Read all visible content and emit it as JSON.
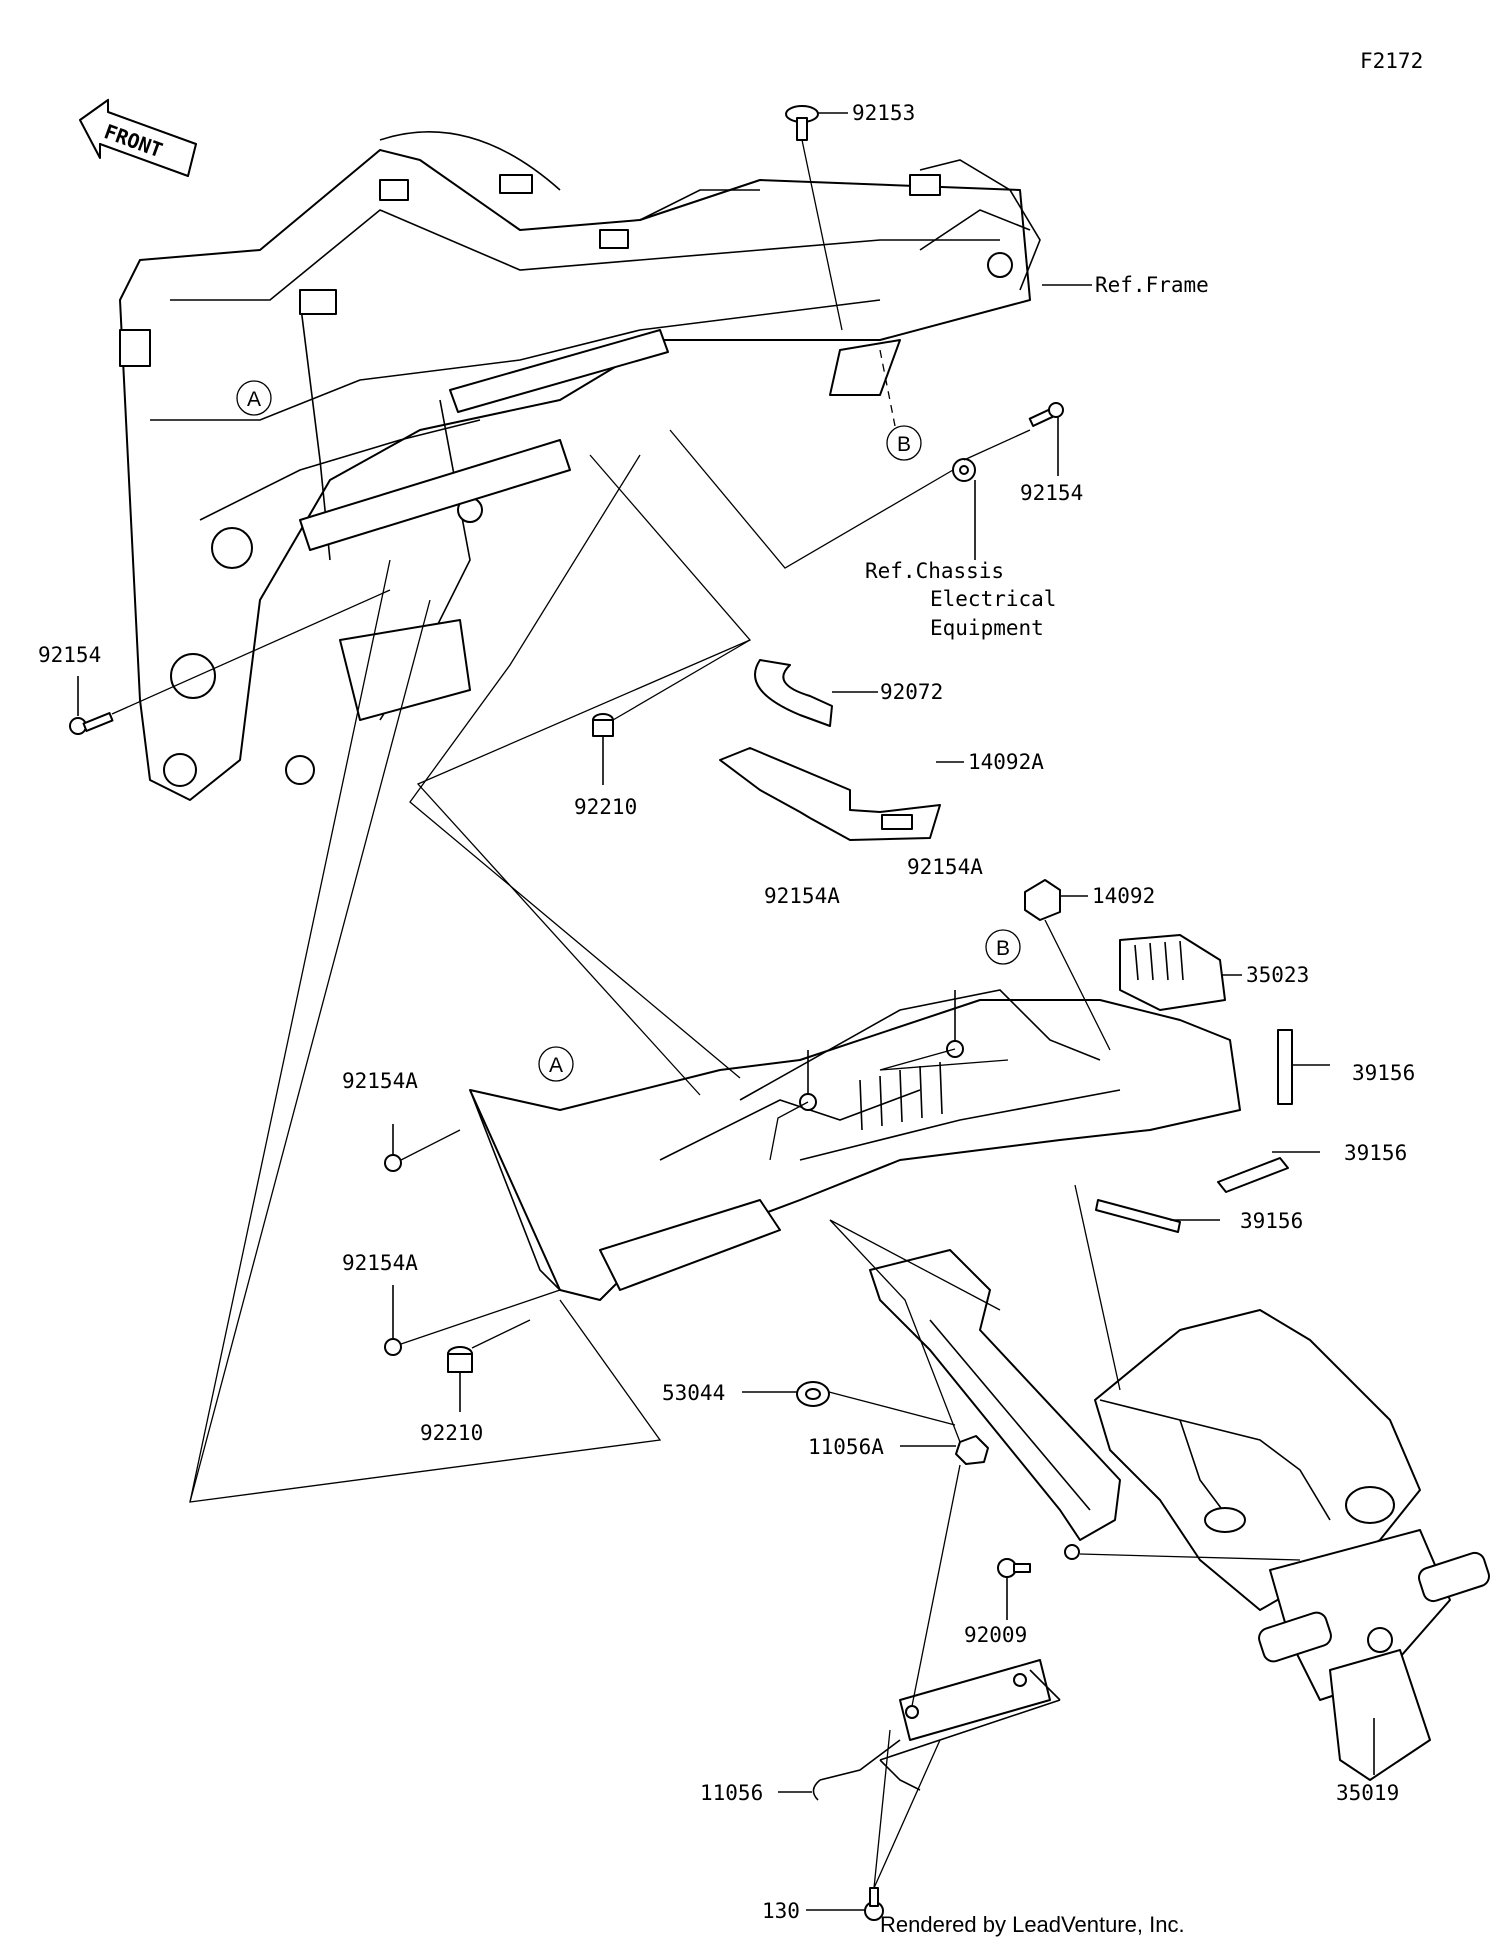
{
  "figure_code": "F2172",
  "front_arrow": {
    "label": "FRONT"
  },
  "references": {
    "frame": "Ref.Frame",
    "chassis_line1": "Ref.Chassis",
    "chassis_line2": "Electrical",
    "chassis_line3": "Equipment"
  },
  "callouts": {
    "circle_a_frame": "A",
    "circle_b_frame": "B",
    "circle_a_fender": "A",
    "circle_b_fender": "B"
  },
  "parts": {
    "p92153": "92153",
    "p92154_right": "92154",
    "p92154_left": "92154",
    "p92072": "92072",
    "p14092A": "14092A",
    "p92210_upper": "92210",
    "p92154A_1": "92154A",
    "p92154A_2": "92154A",
    "p14092": "14092",
    "p35023": "35023",
    "p39156_1": "39156",
    "p39156_2": "39156",
    "p39156_3": "39156",
    "p92154A_3": "92154A",
    "p92154A_4": "92154A",
    "p92210_lower": "92210",
    "p53044": "53044",
    "p11056A": "11056A",
    "p92009": "92009",
    "p11056": "11056",
    "p130": "130",
    "p35019": "35019"
  },
  "credit": "Rendered by LeadVenture, Inc."
}
